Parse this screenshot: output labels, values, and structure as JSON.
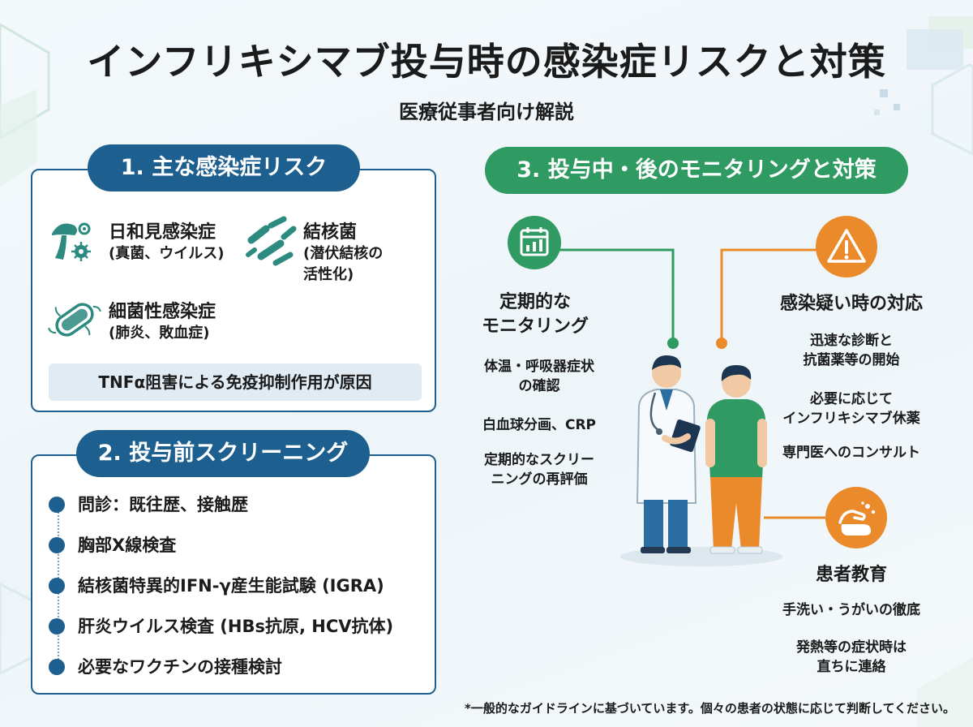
{
  "title": "インフリキシマブ投与時の感染症リスクと対策",
  "subtitle": "医療従事者向け解説",
  "section1": {
    "header": "1. 主な感染症リスク",
    "risks": [
      {
        "name": "日和見感染症",
        "detail": "(真菌、ウイルス)"
      },
      {
        "name": "結核菌",
        "detail": "(潜伏結核の\n活性化)"
      },
      {
        "name": "細菌性感染症",
        "detail": "(肺炎、敗血症)"
      }
    ],
    "cause": "TNFα阻害による免疫抑制作用が原因"
  },
  "section2": {
    "header": "2. 投与前スクリーニング",
    "items": [
      "問診：既往歴、接触歴",
      "胸部X線検査",
      "結核菌特異的IFN-γ産生能試験 (IGRA)",
      "肝炎ウイルス検査 (HBs抗原, HCV抗体)",
      "必要なワクチンの接種検討"
    ]
  },
  "section3": {
    "header": "3. 投与中・後のモニタリングと対策",
    "monitoring": {
      "title": "定期的な\nモニタリング",
      "items": [
        "体温・呼吸器症状\nの確認",
        "白血球分画、CRP",
        "定期的なスクリー\nニングの再評価"
      ]
    },
    "response": {
      "title": "感染疑い時の対応",
      "items": [
        "迅速な診断と\n抗菌薬等の開始",
        "必要に応じて\nインフリキシマブ休薬",
        "専門医へのコンサルト"
      ]
    },
    "education": {
      "title": "患者教育",
      "items": [
        "手洗い・うがいの徹底",
        "発熱等の症状時は\n直ちに連絡"
      ]
    }
  },
  "footnote": "*一般的なガイドラインに基づいています。個々の患者の状態に応じて判断してください。",
  "colors": {
    "blue": "#1d5f8f",
    "green": "#2f9a62",
    "orange": "#ea8a2a",
    "teal_icon": "#2d8a80"
  },
  "icons": [
    "mushroom-microbe-icon",
    "bacilli-icon",
    "bacterium-icon",
    "calendar-chart-icon",
    "warning-icon",
    "handwash-icon",
    "doctor-illustration",
    "patient-illustration"
  ]
}
